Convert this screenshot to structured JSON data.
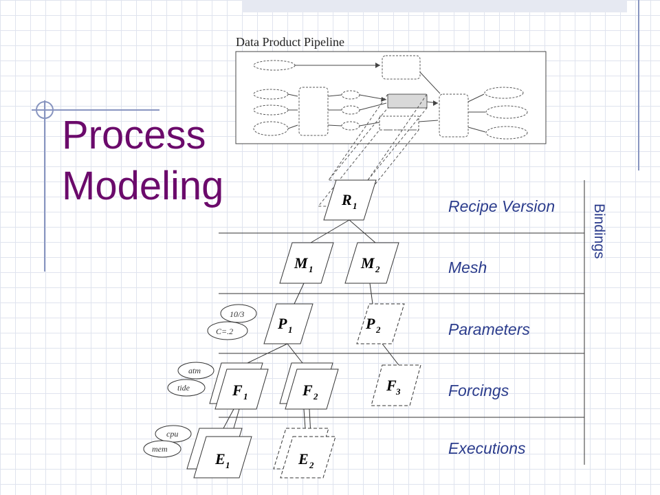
{
  "title": {
    "line1": "Process",
    "line2": "Modeling"
  },
  "pipeline": {
    "caption": "Data Product Pipeline"
  },
  "levels": [
    "Recipe Version",
    "Mesh",
    "Parameters",
    "Forcings",
    "Executions"
  ],
  "bindings_label": "Bindings",
  "nodes": {
    "R": {
      "letter": "R",
      "sub": "1"
    },
    "M1": {
      "letter": "M",
      "sub": "1"
    },
    "M2": {
      "letter": "M",
      "sub": "2"
    },
    "P1": {
      "letter": "P",
      "sub": "1"
    },
    "P2": {
      "letter": "P",
      "sub": "2"
    },
    "F1": {
      "letter": "F",
      "sub": "1"
    },
    "F2": {
      "letter": "F",
      "sub": "2"
    },
    "F3": {
      "letter": "F",
      "sub": "3"
    },
    "E1": {
      "letter": "E",
      "sub": "1"
    },
    "E2": {
      "letter": "E",
      "sub": "2"
    }
  },
  "tags": {
    "param_a": "10/3",
    "param_b": "C=.2",
    "forcing_a": "atm",
    "forcing_b": "tide",
    "exec_a": "cpu",
    "exec_b": "mem"
  },
  "colors": {
    "title": "#6b0a6b",
    "levels": "#2b3c8c",
    "accent": "#2b3c8c"
  }
}
